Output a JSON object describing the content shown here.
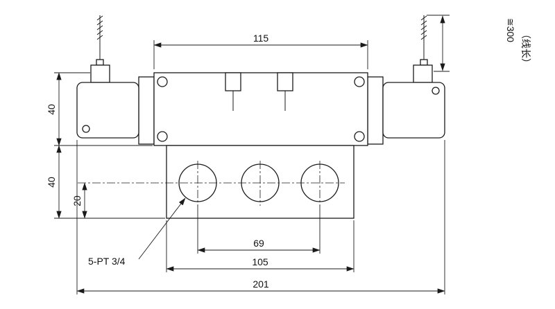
{
  "labels": {
    "dim_top_width": "115",
    "dim_wire_length": "≅300",
    "dim_wire_length_note": "（线长）",
    "dim_upper_height": "40",
    "dim_lower_height": "40",
    "dim_port_center": "20",
    "dim_port_span": "69",
    "dim_manifold_width": "105",
    "dim_overall_width": "201",
    "port_thread_label": "5-PT 3/4"
  },
  "colors": {
    "line": "#1a1a1a",
    "background": "#ffffff"
  }
}
